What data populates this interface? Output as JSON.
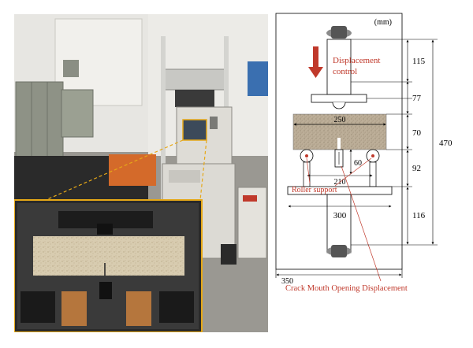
{
  "figure": {
    "unit": "(mm)",
    "dimensions": {
      "top_rod": "115",
      "top_plate": "77",
      "specimen_height": "70",
      "loading_span": "92",
      "bottom_rod": "116",
      "total_height": "470",
      "specimen_length": "250",
      "support_span": "210",
      "notch_depth": "60",
      "base_plate_width": "300",
      "frame_width": "350"
    },
    "labels": {
      "displacement_control_line1": "Displacement",
      "displacement_control_line2": "control",
      "roller_support": "Roller support",
      "cmod": "Crack Mouth Opening Displacement"
    },
    "colors": {
      "accent": "#c0392b",
      "inset_border": "#e6a817",
      "specimen": "#b9aa94"
    }
  }
}
